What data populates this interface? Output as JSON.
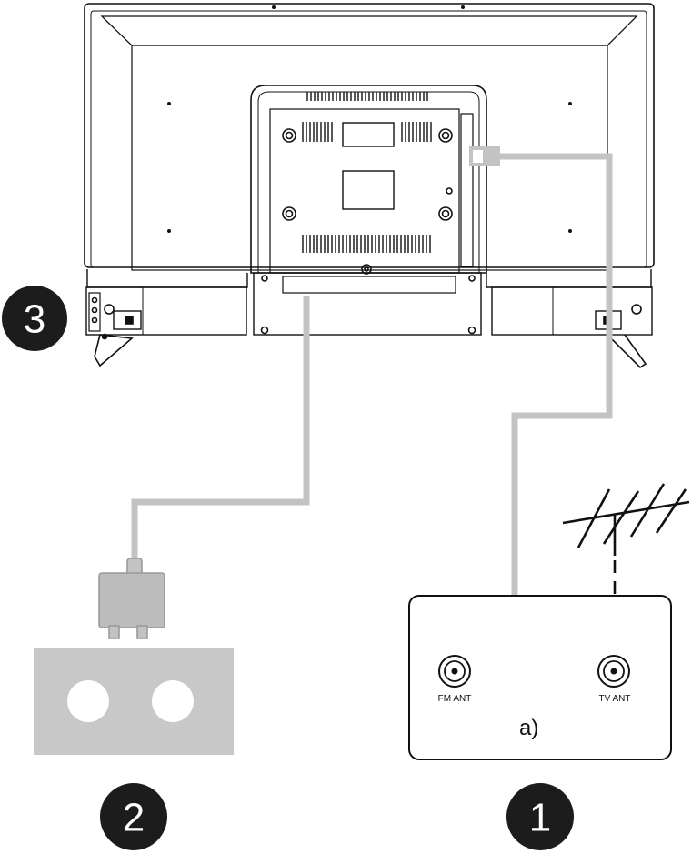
{
  "steps": [
    {
      "id": "step-1",
      "number": "1"
    },
    {
      "id": "step-2",
      "number": "2"
    },
    {
      "id": "step-3",
      "number": "3"
    }
  ],
  "wall_plate": {
    "ports": {
      "fm": "FM ANT",
      "tv": "TV ANT"
    },
    "label": "a)"
  },
  "icons": {
    "tv": "tv-rear-icon",
    "antenna": "antenna-icon",
    "power_socket": "power-socket-icon",
    "power_plug": "power-plug-icon",
    "coax_plug": "coax-plug-icon"
  },
  "colors": {
    "line": "#111111",
    "cable": "#c3c3c3",
    "socket": "#c8c8c8",
    "badge": "#1c1c1c"
  }
}
